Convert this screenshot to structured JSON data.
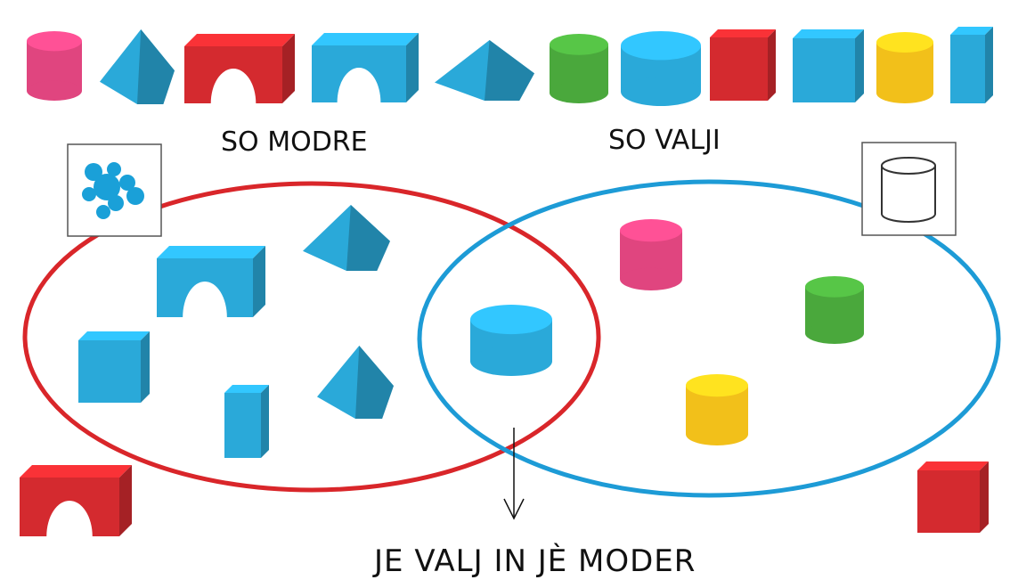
{
  "labels": {
    "set_blue": "SO MODRE",
    "set_cylinder": "SO VALJI",
    "intersection": "JE  VALJ  IN  JÈ  MODER"
  },
  "sets": [
    {
      "name": "blue",
      "color": "#d9262a",
      "icon": "paint-splash-icon",
      "icon_color": "#1aa0d8"
    },
    {
      "name": "cylinder",
      "color": "#1d9bd6",
      "icon": "cylinder-outline-icon"
    }
  ],
  "colors": {
    "blue": "#2aa9d9",
    "red": "#d42a2f",
    "green": "#4aa83c",
    "pink": "#e0457f",
    "yellow": "#f2c01a"
  },
  "blocks": {
    "top_row": [
      {
        "shape": "cylinder",
        "color": "pink"
      },
      {
        "shape": "prism",
        "color": "blue"
      },
      {
        "shape": "arch",
        "color": "red"
      },
      {
        "shape": "arch",
        "color": "blue"
      },
      {
        "shape": "prism",
        "color": "blue"
      },
      {
        "shape": "cylinder",
        "color": "green"
      },
      {
        "shape": "cylinder",
        "color": "blue"
      },
      {
        "shape": "cube",
        "color": "red"
      },
      {
        "shape": "cube",
        "color": "blue"
      },
      {
        "shape": "cylinder",
        "color": "yellow"
      },
      {
        "shape": "pillar",
        "color": "blue"
      }
    ],
    "only_blue": [
      {
        "shape": "arch",
        "color": "blue"
      },
      {
        "shape": "prism",
        "color": "blue"
      },
      {
        "shape": "cube",
        "color": "blue"
      },
      {
        "shape": "prism",
        "color": "blue"
      },
      {
        "shape": "pillar",
        "color": "blue"
      }
    ],
    "both": [
      {
        "shape": "cylinder",
        "color": "blue"
      }
    ],
    "only_cylinder": [
      {
        "shape": "cylinder",
        "color": "pink"
      },
      {
        "shape": "cylinder",
        "color": "green"
      },
      {
        "shape": "cylinder",
        "color": "yellow"
      }
    ],
    "outside": [
      {
        "shape": "arch",
        "color": "red"
      },
      {
        "shape": "cube",
        "color": "red"
      }
    ]
  }
}
